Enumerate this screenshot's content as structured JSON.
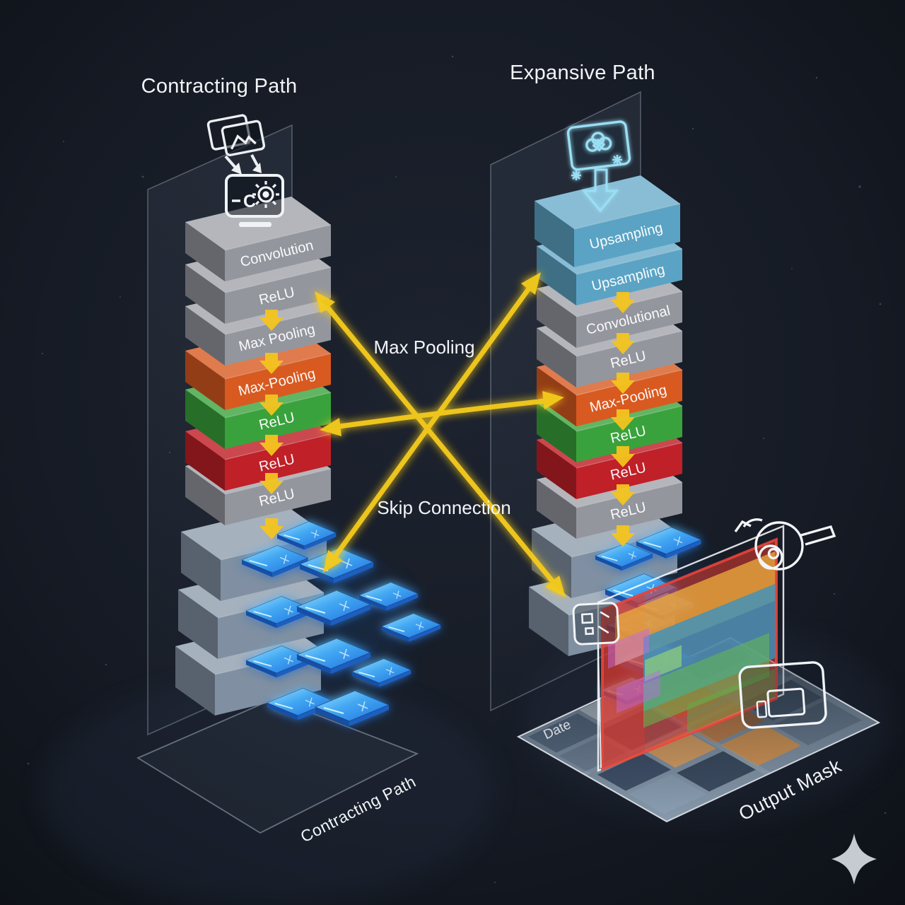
{
  "header": {
    "contracting_title": "Contracting Path",
    "expansive_title": "Expansive Path"
  },
  "connections": {
    "top_label": "Max Pooling",
    "bottom_label": "Skip Connection"
  },
  "contracting_stack": {
    "blocks": [
      {
        "label": "Convolution",
        "color": "gray"
      },
      {
        "label": "ReLU",
        "color": "gray"
      },
      {
        "label": "Max Pooling",
        "color": "gray"
      },
      {
        "label": "Max-Pooling",
        "color": "orange"
      },
      {
        "label": "ReLU",
        "color": "green"
      },
      {
        "label": "ReLU",
        "color": "red"
      },
      {
        "label": "ReLU",
        "color": "gray"
      },
      {
        "label": "",
        "color": "steel"
      },
      {
        "label": "",
        "color": "steel"
      },
      {
        "label": "",
        "color": "steel"
      }
    ]
  },
  "expansive_stack": {
    "blocks": [
      {
        "label": "Upsampling",
        "color": "blue"
      },
      {
        "label": "Upsampling",
        "color": "blue"
      },
      {
        "label": "Convolutional",
        "color": "gray"
      },
      {
        "label": "ReLU",
        "color": "gray"
      },
      {
        "label": "Max-Pooling",
        "color": "orange"
      },
      {
        "label": "ReLU",
        "color": "green"
      },
      {
        "label": "ReLU",
        "color": "red"
      },
      {
        "label": "ReLU",
        "color": "gray"
      },
      {
        "label": "",
        "color": "steel"
      },
      {
        "label": "",
        "color": "steel"
      }
    ]
  },
  "floor": {
    "contracting_label": "Contracting Path"
  },
  "output": {
    "data_plane_label": "Date",
    "mask_label": "Output Mask"
  },
  "icons": {
    "image_stack": "image-stack-icon",
    "code_gear": "code-gear-icon",
    "code_letter": "C",
    "upsample_monitor": "upsample-monitor-icon",
    "down_arrow": "down-arrow-icon",
    "lens": "lens-icon",
    "display": "display-icon",
    "sign_chip": "sign-chip-icon",
    "sparkle": "sparkle-logo-icon"
  },
  "palette": {
    "background": "#131822",
    "arrow_yellow": "#F4CB1C",
    "block_gray": "#94969E",
    "block_steel": "#8090A2",
    "block_orange": "#D85A20",
    "block_green": "#3AA23C",
    "block_red": "#C02028",
    "block_blue": "#5BA3C4",
    "tile_blue": "#2E8FE0",
    "mask_red": "#DC3A2F",
    "mask_orange": "#E8A83C",
    "mask_teal": "#3C93BC",
    "mask_green": "#66BB4E",
    "icon_cyan": "#9ADFF5",
    "text_white": "#F2F4F7"
  }
}
